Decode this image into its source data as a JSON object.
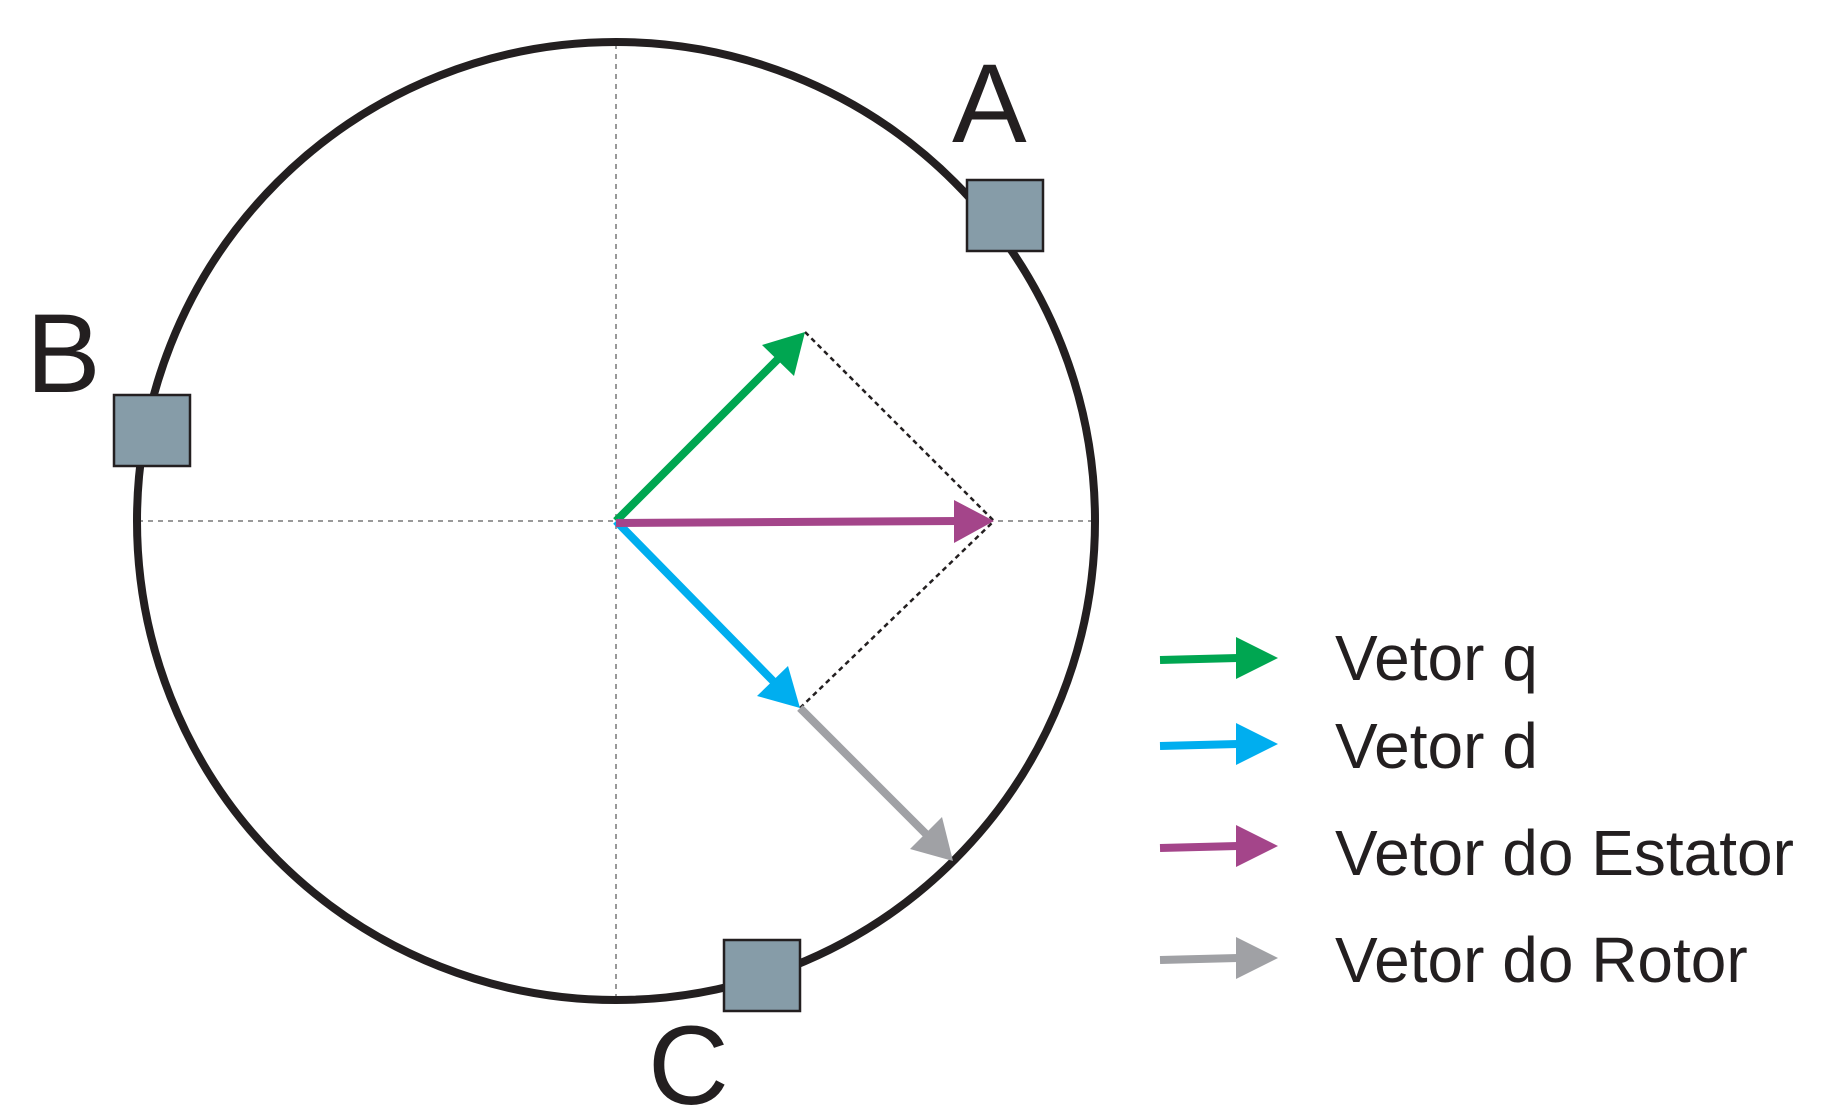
{
  "phases": {
    "a": {
      "label": "A"
    },
    "b": {
      "label": "B"
    },
    "c": {
      "label": "C"
    }
  },
  "colors": {
    "circle": "#231f20",
    "axis": "#999999",
    "winding_fill": "#869ca8",
    "vector_q": "#00a651",
    "vector_d": "#00aeef",
    "vector_stator": "#a4458a",
    "vector_rotor": "#a0a1a5",
    "projection": "#231f20"
  },
  "legend": [
    {
      "key": "q",
      "label": "Vetor q",
      "color": "#00a651"
    },
    {
      "key": "d",
      "label": "Vetor d",
      "color": "#00aeef"
    },
    {
      "key": "stator",
      "label": "Vetor do Estator",
      "color": "#a4458a"
    },
    {
      "key": "rotor",
      "label": "Vetor do Rotor",
      "color": "#a0a1a5"
    }
  ]
}
